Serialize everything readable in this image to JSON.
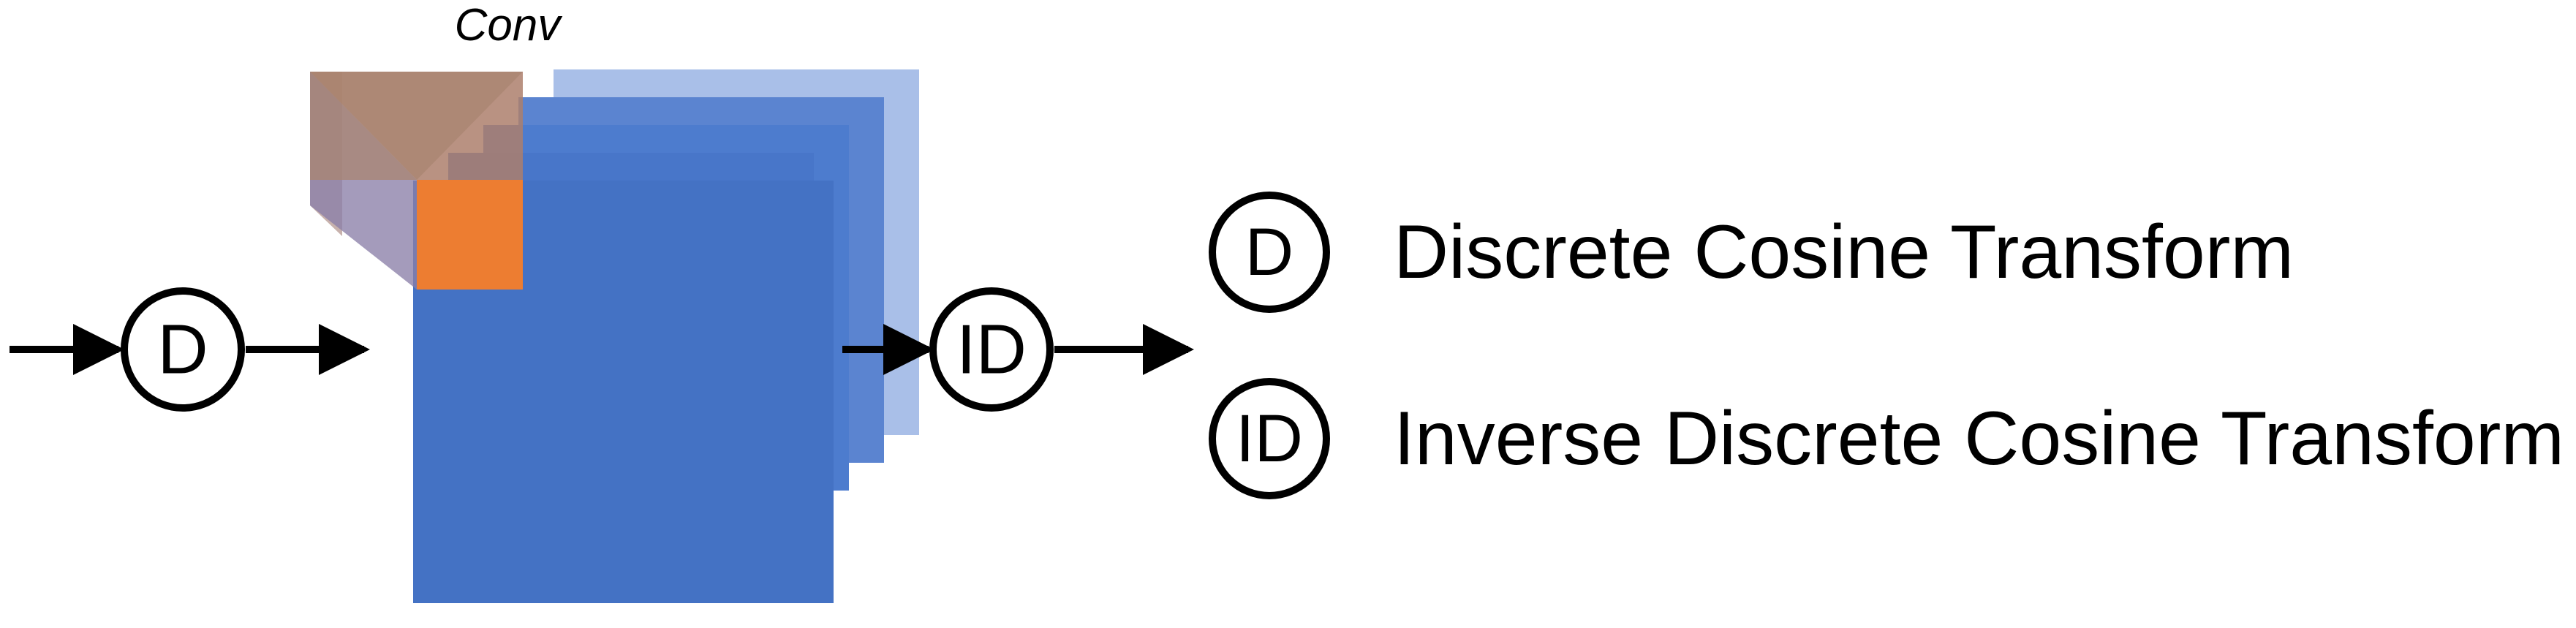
{
  "diagram": {
    "title": "DCT convolution block diagram",
    "conv_label": "Conv",
    "nodes": [
      {
        "id": "dct",
        "label": "D"
      },
      {
        "id": "idct",
        "label": "ID"
      }
    ],
    "legend": [
      {
        "symbol": "D",
        "label": "Discrete Cosine Transform"
      },
      {
        "symbol": "ID",
        "label": "Inverse Discrete Cosine Transform"
      }
    ],
    "colors": {
      "background": "#ffffff",
      "stroke": "#000000",
      "feature_map_front": "#4472c4",
      "feature_map_mid": "#5b84d0",
      "feature_map_back": "#a9bfe8",
      "kernel_face": "#ed7d31",
      "kernel_top": "#b98b76",
      "kernel_side": "#c8b2ad"
    },
    "feature_map_layer_count": 5,
    "arrows": [
      {
        "id": "input-arrow"
      },
      {
        "id": "dct-to-featuremap-arrow"
      },
      {
        "id": "featuremap-to-idct-arrow"
      },
      {
        "id": "output-arrow"
      }
    ]
  }
}
